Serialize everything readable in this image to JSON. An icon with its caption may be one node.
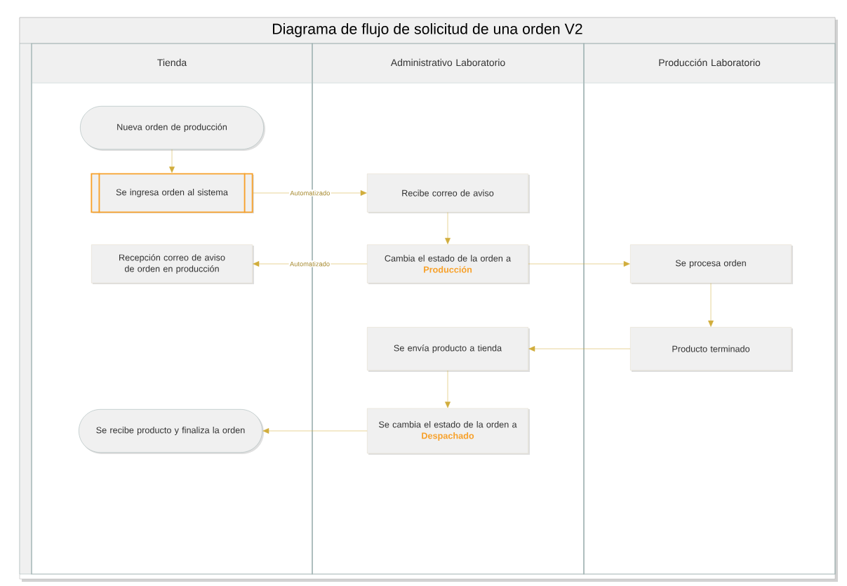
{
  "diagram": {
    "title": "Diagrama de flujo de solicitud de una orden V2",
    "nodes": [
      {
        "text": [
          "Tienda"
        ]
      },
      {
        "text": [
          "Administrativo Laboratorio"
        ]
      },
      {
        "text": [
          "Producción Laboratorio"
        ]
      },
      {
        "text": [
          "Nueva orden de producción"
        ],
        "in": 0
      },
      {
        "text": [
          "Se ingresa orden al sistema"
        ],
        "in": 0
      },
      {
        "text": [
          "Recibe correo de aviso"
        ],
        "in": 1
      },
      {
        "text": [
          "Recepción correo de aviso de orden en producción"
        ],
        "in": 0
      },
      {
        "text": [
          "Cambia el estado de la orden a",
          "Producción"
        ],
        "in": 1
      },
      {
        "text": [
          "Se procesa orden"
        ],
        "in": 2
      },
      {
        "text": [
          "Se envía producto a tienda"
        ],
        "in": 1
      },
      {
        "text": [
          "Producto terminado"
        ],
        "in": 2
      },
      {
        "text": [
          "Se recibe producto y finaliza la orden"
        ],
        "in": 0
      },
      {
        "text": [
          "Se cambia el estado de la orden a",
          "Despachado"
        ],
        "in": 1
      }
    ],
    "edges": [
      {
        "from": 3,
        "to": 4,
        "arrow": "to"
      },
      {
        "from": 4,
        "to": 5,
        "arrow": "to",
        "label": "Automatizado"
      },
      {
        "from": 5,
        "to": 7,
        "arrow": "to"
      },
      {
        "from": 7,
        "to": 6,
        "arrow": "to",
        "label": "Automatizado"
      },
      {
        "from": 7,
        "to": 8,
        "arrow": "to"
      },
      {
        "from": 8,
        "to": 10,
        "arrow": "to"
      },
      {
        "from": 10,
        "to": 9,
        "arrow": "to"
      },
      {
        "from": 9,
        "to": 12,
        "arrow": "to"
      },
      {
        "from": 12,
        "to": 11,
        "arrow": "to"
      }
    ]
  }
}
